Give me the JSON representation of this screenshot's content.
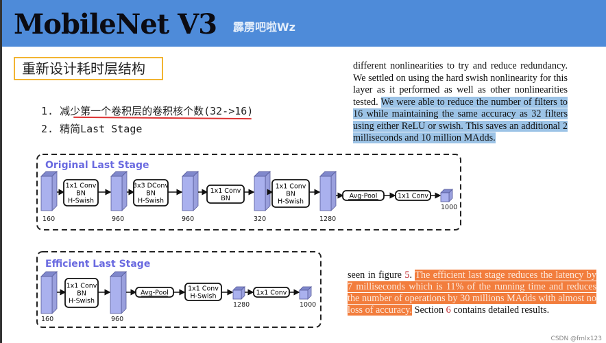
{
  "header": {
    "title": "MobileNet V3",
    "watermark": "霹雳吧啦Wz"
  },
  "subtitle": "重新设计耗时层结构",
  "list": [
    "1. 减少第一个卷积层的卷积核个数(32->16)",
    "2. 精简Last Stage"
  ],
  "paper_top": {
    "plain": "different nonlinearities to try and reduce redundancy. We settled on using the hard swish nonlinearity for this layer as it performed as well as other nonlinearities tested. ",
    "highlighted": "We were able to reduce the number of filters to 16 while maintaining the same accuracy as 32 filters using either ReLU or swish. This saves an additional 2 milliseconds and 10 million MAdds."
  },
  "paper_bottom": {
    "pre": "seen in figure ",
    "fig_ref": "5",
    "pre2": ". ",
    "highlighted": "The efficient last stage reduces the latency by 7 milliseconds which is 11% of the running time and reduces the number of operations by 30 millions MAdds with almost no loss of accuracy.",
    "post1": " Section ",
    "sec_ref": "6",
    "post2": " contains detailed results."
  },
  "original": {
    "title": "Original Last Stage",
    "labels": [
      "160",
      "960",
      "960",
      "320",
      "1280",
      "1000"
    ],
    "blocks": [
      [
        "1x1 Conv",
        "BN",
        "H-Swish"
      ],
      [
        "3x3 DConv",
        "BN",
        "H-Swish"
      ],
      [
        "1x1 Conv",
        "BN"
      ],
      [
        "1x1 Conv",
        "BN",
        "H-Swish"
      ],
      [
        "Avg-Pool"
      ],
      [
        "1x1 Conv"
      ]
    ]
  },
  "efficient": {
    "title": "Efficient Last Stage",
    "labels": [
      "160",
      "960",
      "1280",
      "1000"
    ],
    "blocks": [
      [
        "1x1 Conv",
        "BN",
        "H-Swish"
      ],
      [
        "Avg-Pool"
      ],
      [
        "1x1 Conv",
        "H-Swish"
      ],
      [
        "1x1 Conv"
      ]
    ]
  },
  "footer_watermark": "CSDN @fmlx123",
  "colors": {
    "header": "#4e8bd9",
    "accent_box": "#f2b431",
    "highlight_blue": "#9cc3e6",
    "highlight_orange": "#f27d3d",
    "diagram_title": "#6a6ae0",
    "tensor": "#aab1ee"
  }
}
